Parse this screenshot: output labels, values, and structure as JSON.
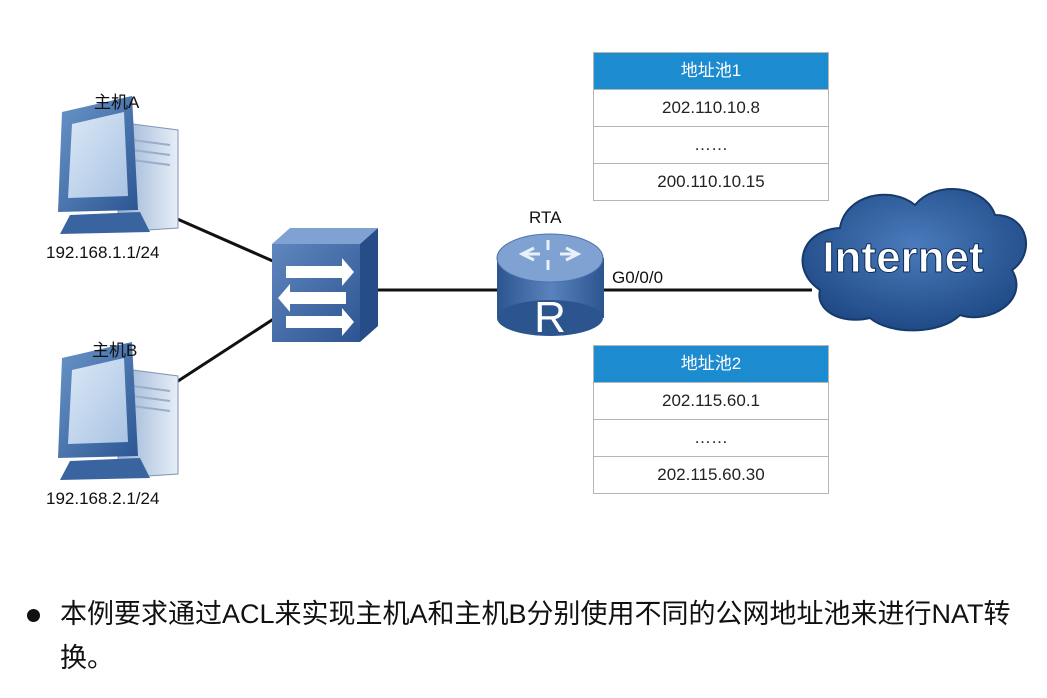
{
  "hosts": [
    {
      "name": "主机A",
      "ip": "192.168.1.1/24"
    },
    {
      "name": "主机B",
      "ip": "192.168.2.1/24"
    }
  ],
  "router": {
    "name": "RTA",
    "port": "G0/0/0",
    "glyph": "R"
  },
  "internet": {
    "label": "Internet"
  },
  "pools": [
    {
      "title": "地址池1",
      "rows": [
        "202.110.10.8",
        "……",
        "200.110.10.15"
      ]
    },
    {
      "title": "地址池2",
      "rows": [
        "202.115.60.1",
        "……",
        "202.115.60.30"
      ]
    }
  ],
  "description": "本例要求通过ACL来实现主机A和主机B分别使用不同的公网地址池来进行NAT转换。",
  "colors": {
    "pool_header": "#1d8bd0",
    "device_blue": "#2e5fa0",
    "cloud": "#2a5b98"
  }
}
